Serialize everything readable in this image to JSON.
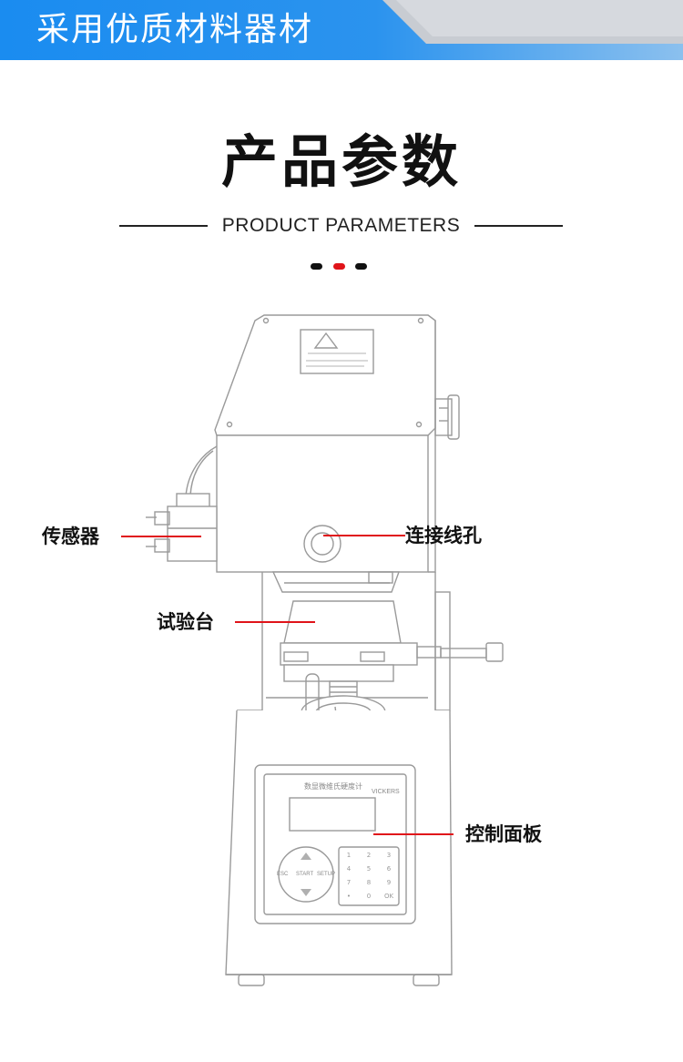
{
  "banner": {
    "title": "采用优质材料器材",
    "colors": {
      "left": "#1a8cf0",
      "right": "#6fb3ec",
      "stripe": "#c8ccd2"
    }
  },
  "heading": {
    "title": "产品参数",
    "subtitle": "PRODUCT PARAMETERS"
  },
  "accent_color": "#e0141a",
  "machine": {
    "panel_title": "数显微维氏硬度计",
    "brand": "VICKERS",
    "buttons": {
      "esc": "ESC",
      "start": "START",
      "setup": "SETUP"
    },
    "keypad": [
      "1",
      "2",
      "3",
      "4",
      "5",
      "6",
      "7",
      "8",
      "9",
      "•",
      "0",
      "OK"
    ]
  },
  "callouts": {
    "sensor": "传感器",
    "connection_port": "连接线孔",
    "test_table": "试验台",
    "control_panel": "控制面板"
  }
}
